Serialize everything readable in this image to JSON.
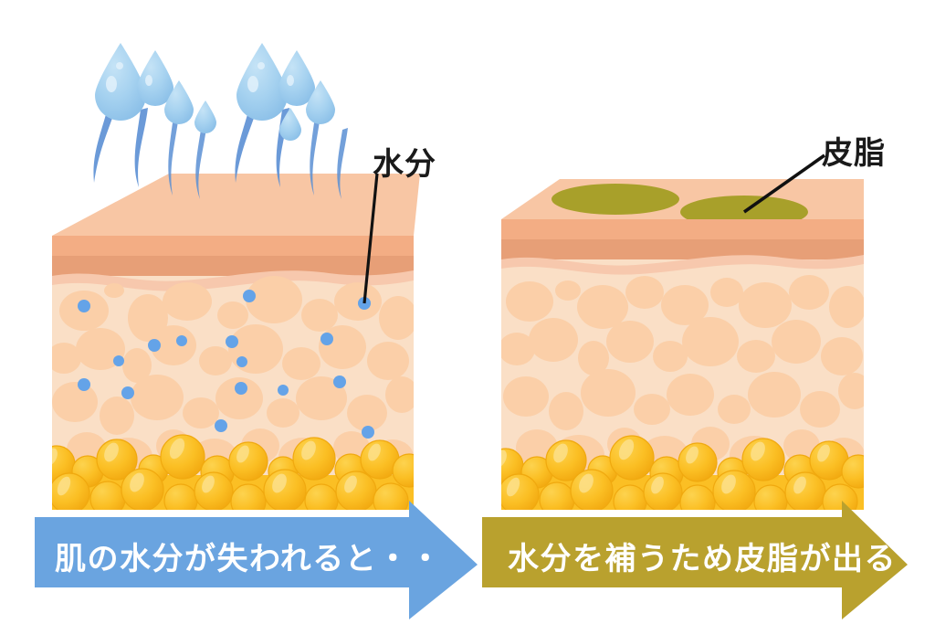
{
  "diagram": {
    "title_visible": false,
    "type": "skin-cross-section-illustration",
    "panels": [
      {
        "id": "left",
        "name": "dehydrated-skin",
        "callout_label": "水分",
        "callout_target": "water-molecule-dot",
        "arrow_caption": "肌の水分が失われると・・",
        "arrow_color": "#6aa4e0",
        "features": [
          "evaporating-water-droplets",
          "water-dots-in-dermis"
        ],
        "water_dot_count": 16,
        "droplet_cluster_count": 2
      },
      {
        "id": "right",
        "name": "sebum-compensating-skin",
        "callout_label": "皮脂",
        "callout_target": "sebum-blob",
        "arrow_caption": "水分を補うため皮脂が出る",
        "arrow_color": "#b9a12e",
        "features": [
          "sebum-blobs-on-surface"
        ],
        "sebum_blob_count": 2
      }
    ],
    "layers": [
      {
        "name": "surface-top-face",
        "color": "#f8c6a4"
      },
      {
        "name": "epidermis-upper",
        "color": "#f3ad84"
      },
      {
        "name": "epidermis-lower",
        "color": "#e79f77"
      },
      {
        "name": "basal-wave",
        "color": "#f7c8ad"
      },
      {
        "name": "dermis",
        "color": "#fadfc6"
      },
      {
        "name": "dermis-cells",
        "color": "#fbcfa8"
      },
      {
        "name": "subcutaneous-fat",
        "color": "#fbbf24"
      },
      {
        "name": "fat-highlight",
        "color": "#fcd34d"
      }
    ],
    "colors": {
      "water_dot": "#64a3e8",
      "droplet_body": "#9ecdee",
      "droplet_trail": "#5b8fd4",
      "sebum": "#a8a02a",
      "callout_line": "#111111",
      "background": "#ffffff"
    }
  }
}
